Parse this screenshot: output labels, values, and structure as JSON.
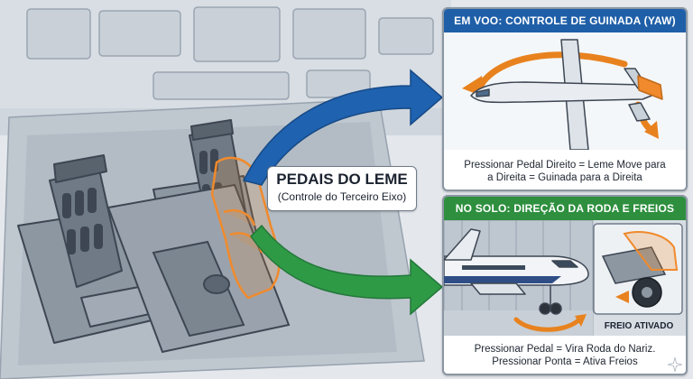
{
  "center_label": {
    "title": "PEDAIS DO LEME",
    "subtitle": "(Controle do Terceiro Eixo)"
  },
  "flight_panel": {
    "header": "EM VOO: CONTROLE DE GUINADA (YAW)",
    "caption_line1": "Pressionar Pedal Direito = Leme Move para",
    "caption_line2": "a Direita = Guinada para a Direita",
    "header_color": "#1f5fa8"
  },
  "ground_panel": {
    "header": "NO SOLO: DIREÇÃO DA RODA E FREIOS",
    "inset_label": "FREIO ATIVADO",
    "caption_line1": "Pressionar Pedal = Vira Roda do Nariz.",
    "caption_line2": "Pressionar Ponta = Ativa Freios",
    "header_color": "#2e8f3e"
  },
  "colors": {
    "arrow_blue": "#1f62b0",
    "arrow_green": "#2f9a46",
    "foot_orange": "#f08a2c",
    "rotation_orange": "#e8821e"
  }
}
